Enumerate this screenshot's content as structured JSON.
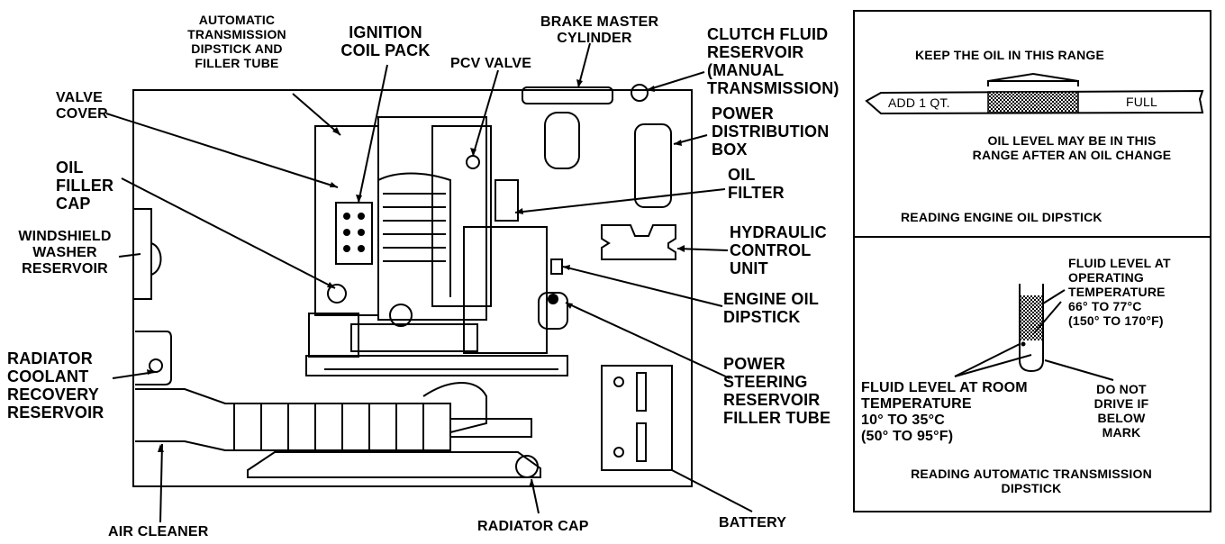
{
  "engine_labels": {
    "automatic_transmission_dipstick": [
      "AUTOMATIC",
      "TRANSMISSION",
      "DIPSTICK AND",
      "FILLER TUBE"
    ],
    "ignition_coil_pack": [
      "IGNITION",
      "COIL PACK"
    ],
    "pcv_valve": [
      "PCV VALVE"
    ],
    "brake_master_cylinder": [
      "BRAKE MASTER",
      "CYLINDER"
    ],
    "clutch_fluid_reservoir": [
      "CLUTCH FLUID",
      "RESERVOIR",
      "(MANUAL",
      "TRANSMISSION)"
    ],
    "valve_cover": [
      "VALVE",
      "COVER"
    ],
    "oil_filler_cap": [
      "OIL",
      "FILLER",
      "CAP"
    ],
    "windshield_washer_reservoir": [
      "WINDSHIELD",
      "WASHER",
      "RESERVOIR"
    ],
    "power_distribution_box": [
      "POWER",
      "DISTRIBUTION",
      "BOX"
    ],
    "oil_filter": [
      "OIL",
      "FILTER"
    ],
    "hydraulic_control_unit": [
      "HYDRAULIC",
      "CONTROL",
      "UNIT"
    ],
    "engine_oil_dipstick": [
      "ENGINE OIL",
      "DIPSTICK"
    ],
    "power_steering_reservoir": [
      "POWER",
      "STEERING",
      "RESERVOIR",
      "FILLER TUBE"
    ],
    "radiator_coolant_recovery": [
      "RADIATOR",
      "COOLANT",
      "RECOVERY",
      "RESERVOIR"
    ],
    "air_cleaner": [
      "AIR CLEANER"
    ],
    "radiator_cap": [
      "RADIATOR CAP"
    ],
    "battery": [
      "BATTERY"
    ]
  },
  "oil_dipstick_panel": {
    "top_note": "KEEP THE OIL IN THIS RANGE",
    "add_label": "ADD 1 QT.",
    "full_label": "FULL",
    "range_note": [
      "OIL LEVEL MAY BE IN THIS",
      "RANGE AFTER AN OIL CHANGE"
    ],
    "caption": "READING ENGINE OIL DIPSTICK"
  },
  "trans_dipstick_panel": {
    "operating": [
      "FLUID LEVEL AT",
      "OPERATING",
      "TEMPERATURE",
      "66° TO 77°C",
      "(150° TO 170°F)"
    ],
    "room": [
      "FLUID LEVEL AT ROOM",
      "TEMPERATURE",
      "10° TO 35°C",
      "(50° TO 95°F)"
    ],
    "do_not_drive": [
      "DO NOT",
      "DRIVE IF",
      "BELOW",
      "MARK"
    ],
    "caption": [
      "READING AUTOMATIC TRANSMISSION",
      "DIPSTICK"
    ]
  }
}
